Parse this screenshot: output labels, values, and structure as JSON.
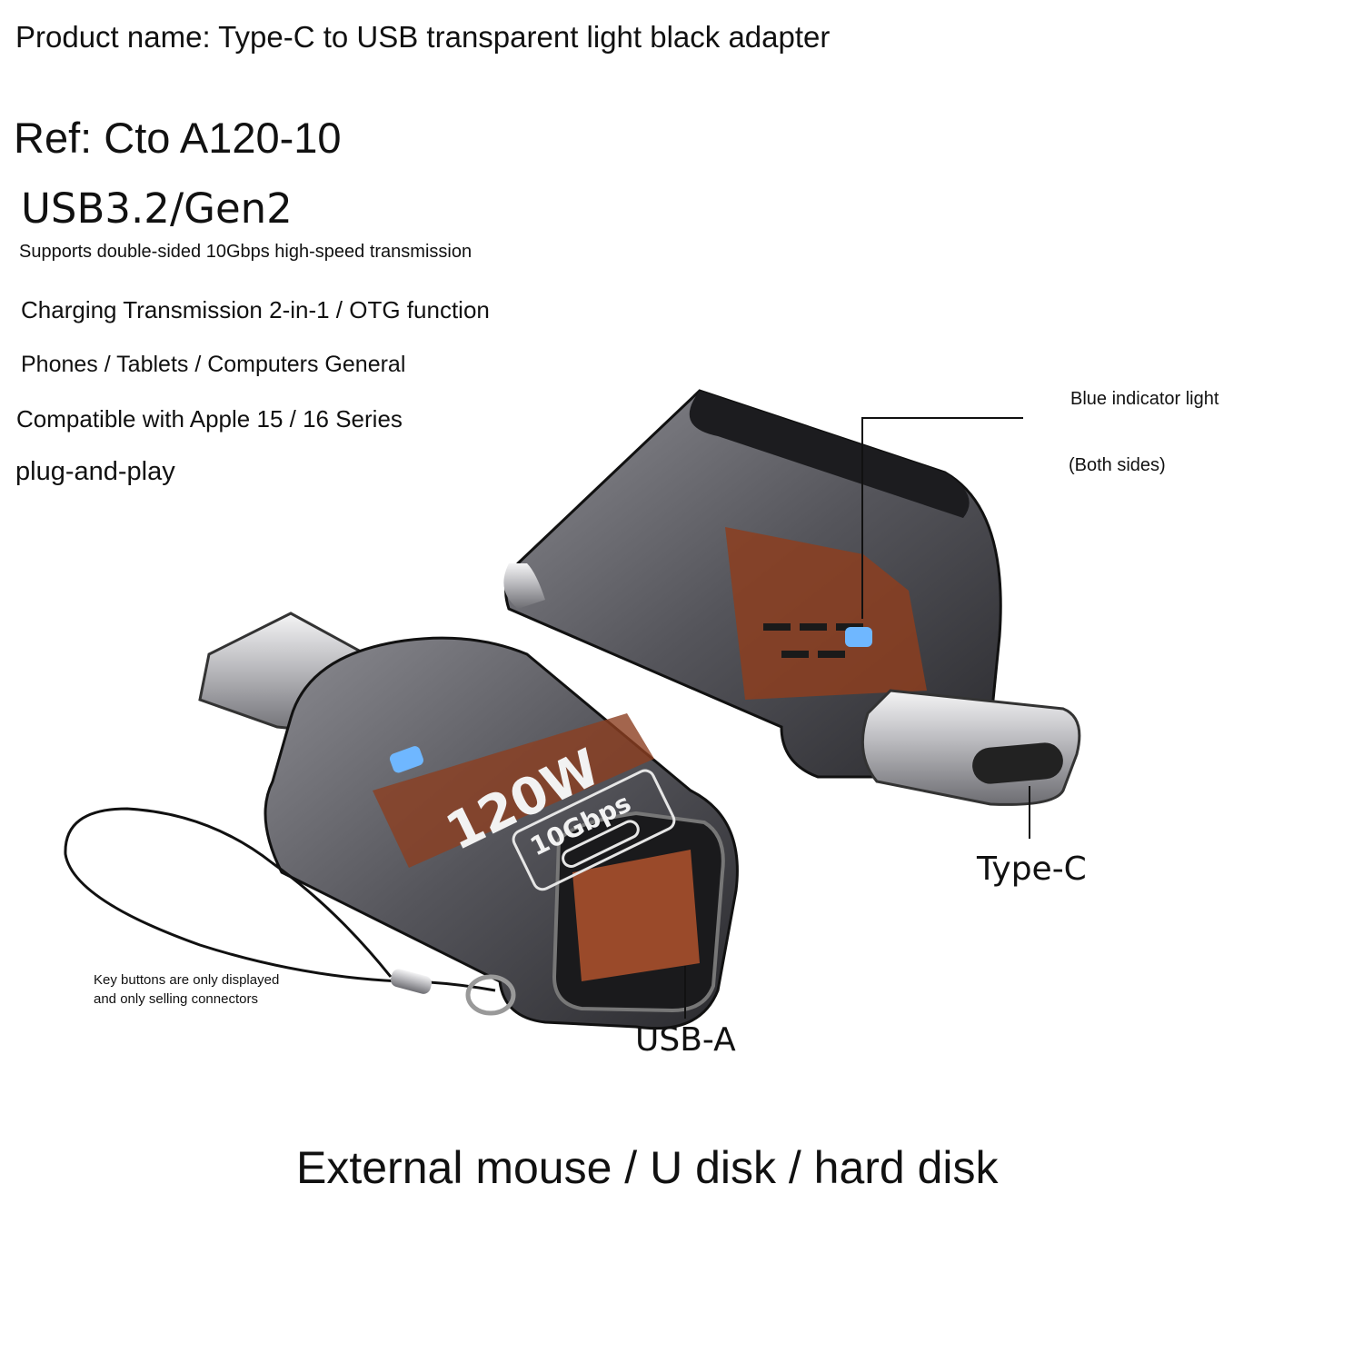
{
  "texts": {
    "product_name": "Product name: Type-C to USB transparent light black adapter",
    "ref": "Ref: Cto A120-10",
    "usb_spec": "USB3.2/Gen2",
    "feature_1": "Supports double-sided 10Gbps high-speed transmission",
    "feature_2": "Charging Transmission 2-in-1 / OTG function",
    "feature_3": "Phones / Tablets / Computers General",
    "feature_4": "Compatible with Apple 15 / 16 Series",
    "feature_5": "plug-and-play",
    "blue_indicator": "Blue indicator light",
    "both_sides": "(Both sides)",
    "type_c_label": "Type-C",
    "usb_a_label": "USB-A",
    "key_note": "Key buttons are only displayed and only selling connectors",
    "bottom_caption": "External mouse / U disk / hard disk"
  },
  "product": {
    "power_label": "120W",
    "speed_label": "10Gbps"
  },
  "colors": {
    "body_dark": "#2b2b2e",
    "metal": "#c9c9cc",
    "copper": "#9a4a2a",
    "led_blue": "#6fb7ff"
  }
}
